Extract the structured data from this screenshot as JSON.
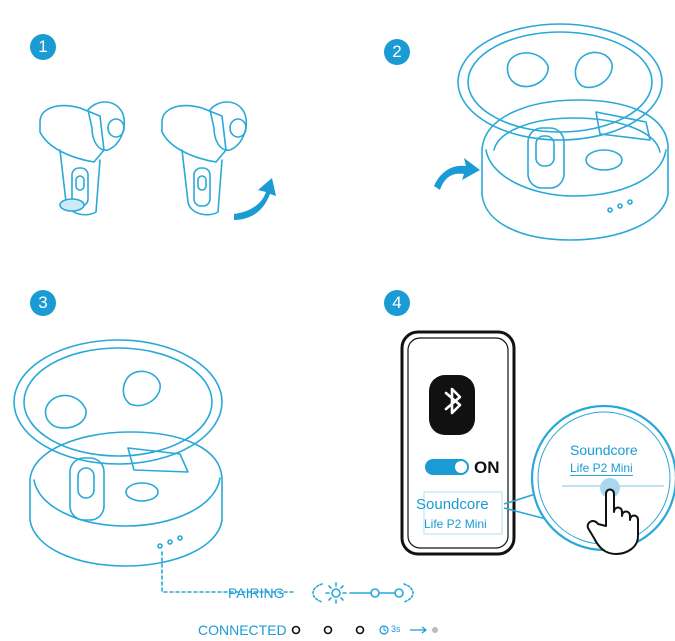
{
  "steps": [
    "1",
    "2",
    "3",
    "4"
  ],
  "phone": {
    "toggle_label": "ON",
    "device_line1": "Soundcore",
    "device_line2": "Life P2 Mini"
  },
  "zoom": {
    "device_line1": "Soundcore",
    "device_line2": "Life P2 Mini"
  },
  "status": {
    "pairing_label": "PAIRING",
    "connected_label": "CONNECTED",
    "timer_label": "3s"
  },
  "colors": {
    "accent": "#1a9bd4",
    "line": "#29a9d8",
    "dark": "#111111"
  }
}
